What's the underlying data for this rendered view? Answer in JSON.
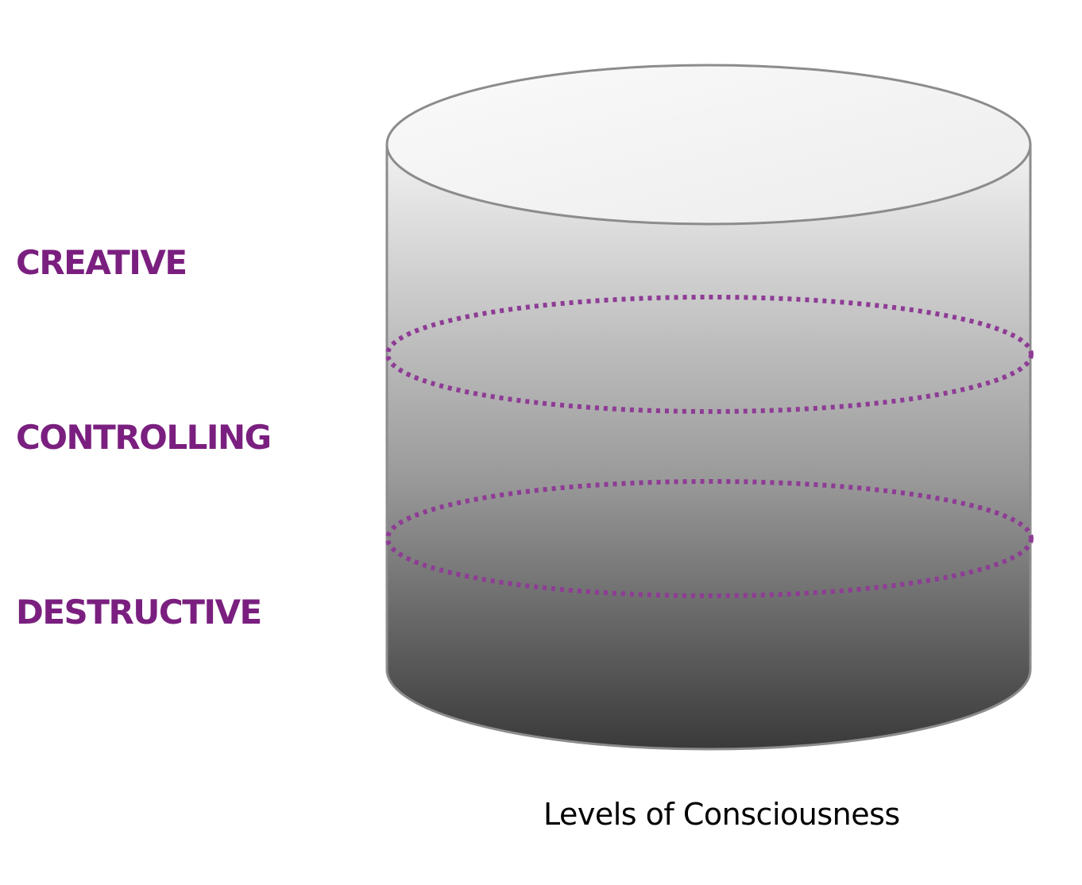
{
  "levels": [
    {
      "label": "CREATIVE"
    },
    {
      "label": "CONTROLLING"
    },
    {
      "label": "DESTRUCTIVE"
    }
  ],
  "caption": "Levels of Consciousness",
  "colors": {
    "label": "#7a1f7f",
    "divider": "#8e3c95",
    "cylinder_top": "#f2f2f2",
    "cylinder_bottom": "#3e3e3e",
    "outline": "#8c8c8c"
  }
}
